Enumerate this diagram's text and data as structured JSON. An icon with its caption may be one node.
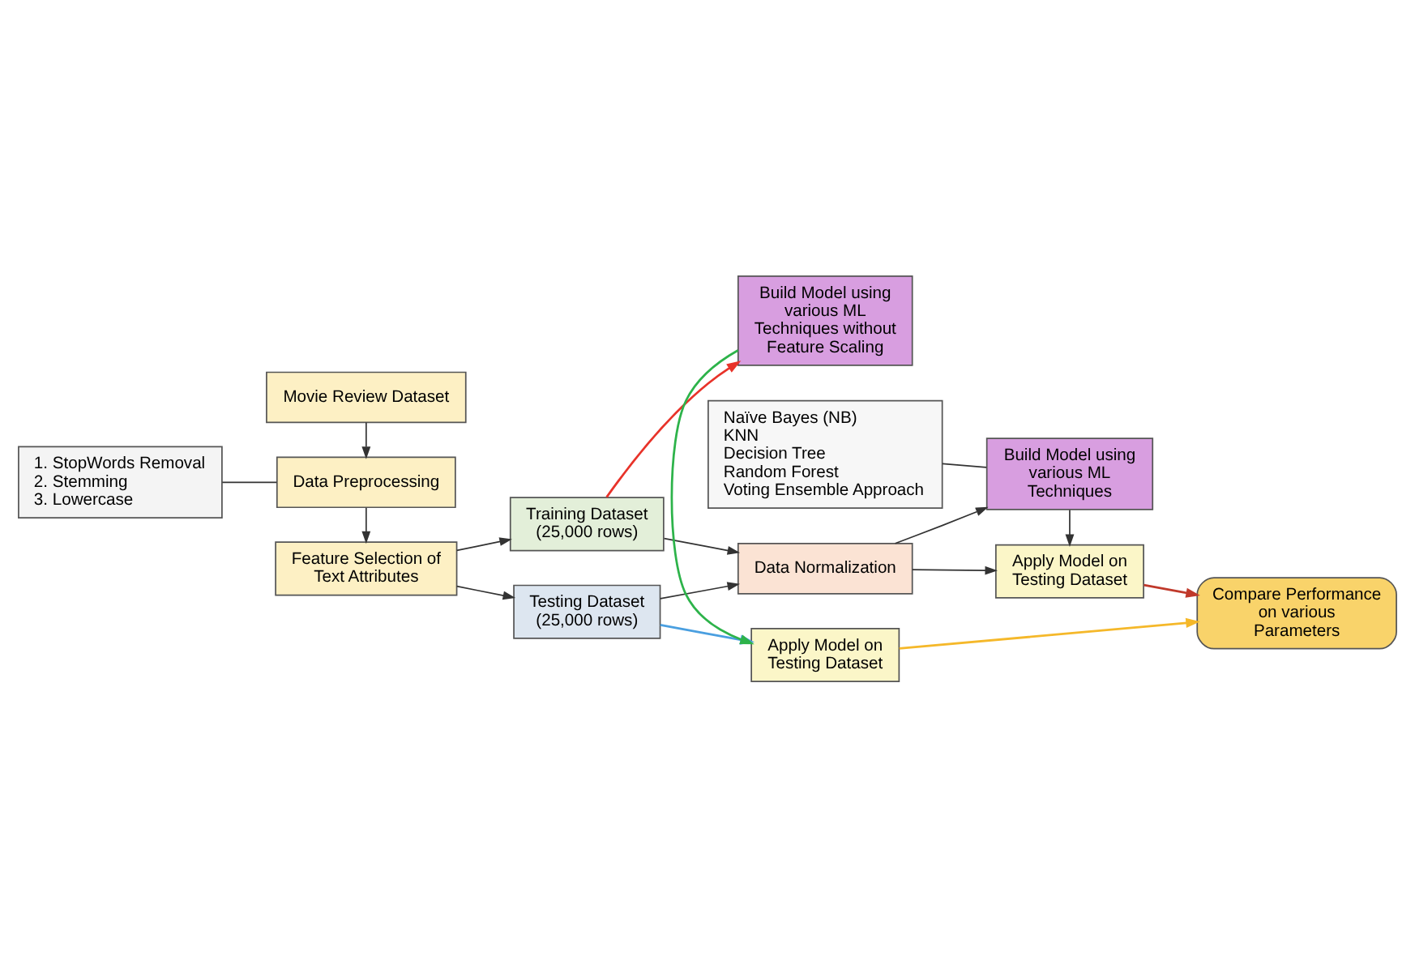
{
  "diagram": {
    "nodes": [
      {
        "text": [
          "Movie Review Dataset"
        ]
      },
      {
        "text": [
          "Data Preprocessing"
        ]
      },
      {
        "text": [
          "1. StopWords Removal",
          "2. Stemming",
          "3. Lowercase"
        ]
      },
      {
        "text": [
          "Feature Selection of Text Attributes"
        ]
      },
      {
        "text": [
          "Training Dataset (25,000 rows)"
        ]
      },
      {
        "text": [
          "Testing Dataset (25,000 rows)"
        ]
      },
      {
        "text": [
          "Data Normalization"
        ]
      },
      {
        "text": [
          "Naïve Bayes (NB)",
          "KNN",
          "Decision Tree",
          "Random Forest",
          "Voting Ensemble Approach"
        ]
      },
      {
        "text": [
          "Build Model using various ML Techniques"
        ]
      },
      {
        "text": [
          "Apply Model on Testing Dataset"
        ]
      },
      {
        "text": [
          "Build Model using various ML Techniques without Feature Scaling"
        ]
      },
      {
        "text": [
          "Apply Model on Testing Dataset"
        ]
      },
      {
        "text": [
          "Compare Performance on various Parameters"
        ]
      }
    ],
    "edges": [
      {
        "from": 0,
        "to": 1,
        "arrow": "to"
      },
      {
        "from": 2,
        "to": 1,
        "arrow": "none"
      },
      {
        "from": 1,
        "to": 3,
        "arrow": "to"
      },
      {
        "from": 3,
        "to": 4,
        "arrow": "to"
      },
      {
        "from": 3,
        "to": 5,
        "arrow": "to"
      },
      {
        "from": 4,
        "to": 6,
        "arrow": "to"
      },
      {
        "from": 5,
        "to": 6,
        "arrow": "to"
      },
      {
        "from": 7,
        "to": 8,
        "arrow": "none"
      },
      {
        "from": 6,
        "to": 8,
        "arrow": "to"
      },
      {
        "from": 6,
        "to": 9,
        "arrow": "to"
      },
      {
        "from": 8,
        "to": 9,
        "arrow": "to"
      },
      {
        "from": 9,
        "to": 12,
        "arrow": "to",
        "color": "#c0392b"
      },
      {
        "from": 4,
        "to": 10,
        "arrow": "to",
        "color": "#e8332a"
      },
      {
        "from": 5,
        "to": 11,
        "arrow": "to",
        "color": "#4a9fe0"
      },
      {
        "from": 10,
        "to": 11,
        "arrow": "to",
        "color": "#2db34a"
      },
      {
        "from": 11,
        "to": 12,
        "arrow": "to",
        "color": "#f5b82a"
      }
    ]
  }
}
